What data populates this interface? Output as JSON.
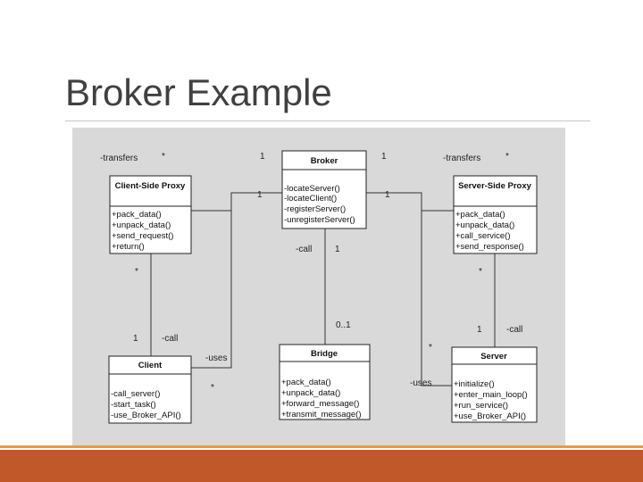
{
  "slide": {
    "title": "Broker Example"
  },
  "theme": {
    "accent": "#c0582a",
    "accent_line": "#e89b3c",
    "panel": "#d9d9d9"
  },
  "classes": [
    {
      "name": "Broker",
      "members": [
        "-locateServer()",
        "-locateClient()",
        "-registerServer()",
        "-unregisterServer()"
      ]
    },
    {
      "name": "Client-Side Proxy",
      "members": [
        "+pack_data()",
        "+unpack_data()",
        "+send_request()",
        "+return()"
      ]
    },
    {
      "name": "Server-Side Proxy",
      "members": [
        "+pack_data()",
        "+unpack_data()",
        "+call_service()",
        "+send_response()"
      ]
    },
    {
      "name": "Client",
      "members": [
        "-call_server()",
        "-start_task()",
        "-use_Broker_API()"
      ]
    },
    {
      "name": "Bridge",
      "members": [
        "+pack_data()",
        "+unpack_data()",
        "+forward_message()",
        "+transmit_message()"
      ]
    },
    {
      "name": "Server",
      "members": [
        "+initialize()",
        "+enter_main_loop()",
        "+run_service()",
        "+use_Broker_API()"
      ]
    }
  ],
  "labels": {
    "transfers_left": "-transfers",
    "transfers_right": "-transfers",
    "star_tl": "*",
    "star_tr": "*",
    "one_broker_left": "1",
    "one_broker_right": "1",
    "one_csp": "1",
    "one_ssp": "1",
    "call_broker": "-call",
    "one_broker_bottom": "1",
    "star_csp": "*",
    "star_ssp": "*",
    "zero_one": "0..1",
    "one_client": "1",
    "call_client": "-call",
    "one_server": "1",
    "call_server": "-call",
    "uses_left": "-uses",
    "star_client": "*",
    "uses_right": "-uses",
    "star_server": "*"
  }
}
